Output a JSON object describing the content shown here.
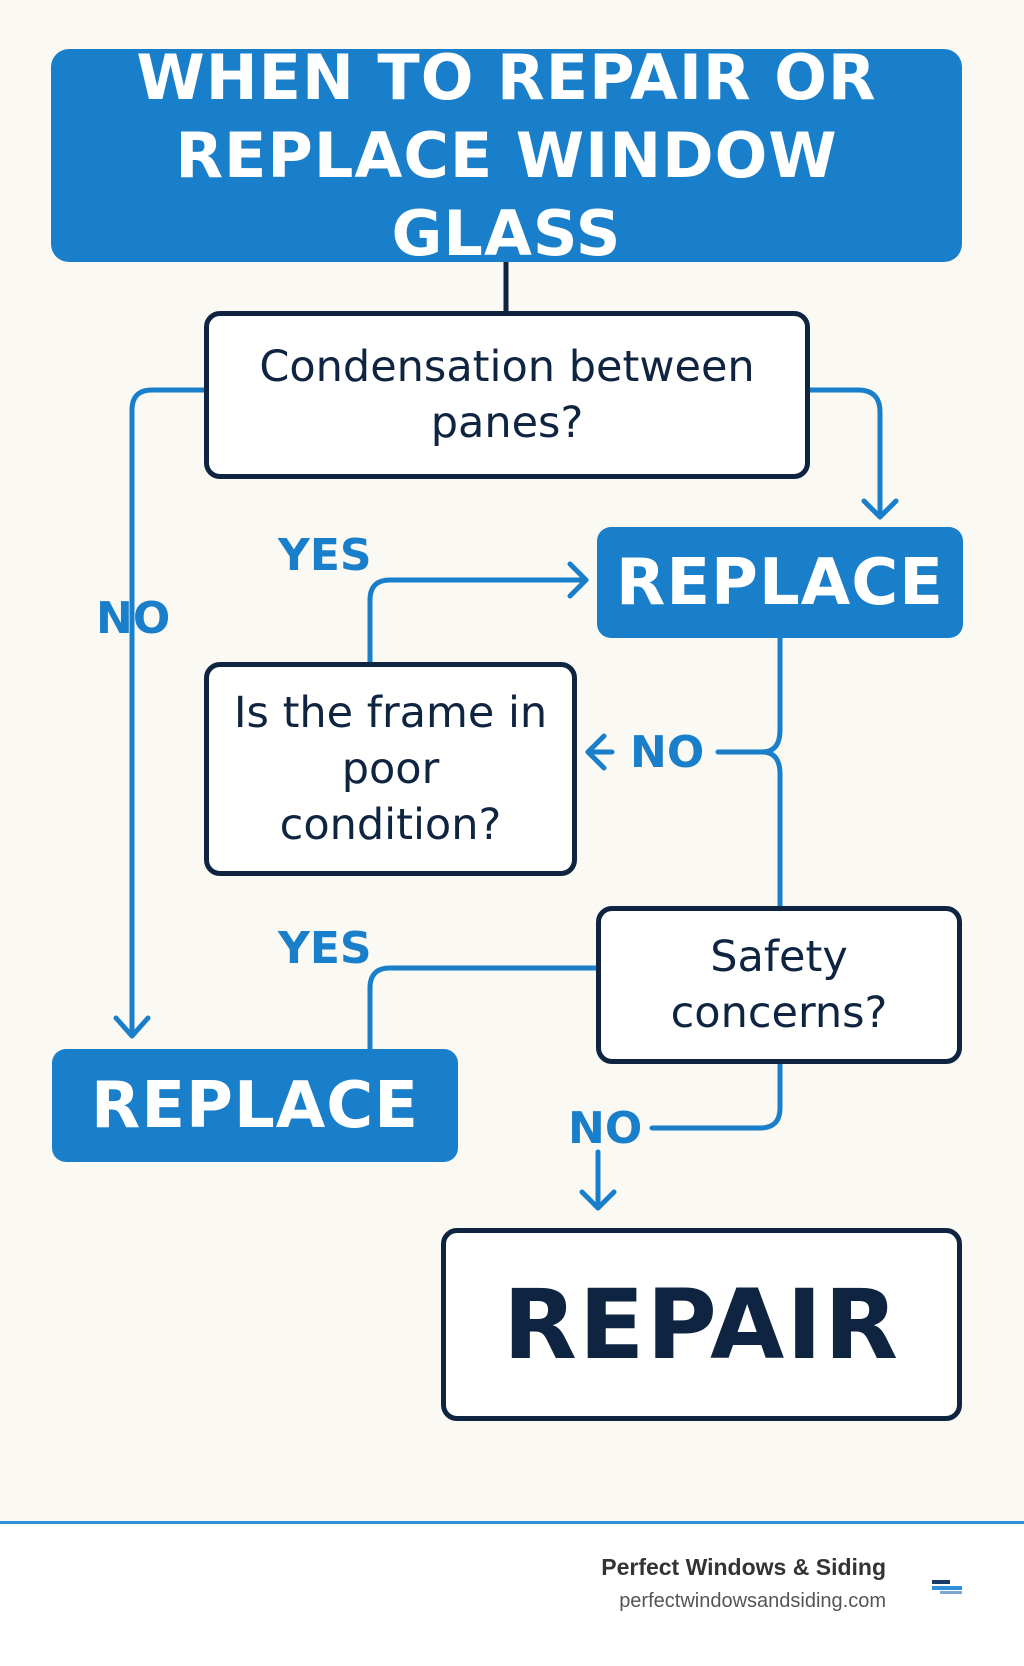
{
  "title": {
    "line1": "WHEN TO REPAIR OR",
    "line2": "REPLACE WINDOW GLASS"
  },
  "questions": {
    "condensation": "Condensation between panes?",
    "frame": "Is the frame in poor condition?",
    "safety": "Safety concerns?"
  },
  "outcomes": {
    "replace_top": "REPLACE",
    "replace_bottom": "REPLACE",
    "repair": "REPAIR"
  },
  "labels": {
    "yes_frame": "YES",
    "no_condensation": "NO",
    "no_frame": "NO",
    "yes_safety": "YES",
    "no_safety": "NO"
  },
  "footer": {
    "brand": "Perfect Windows & Siding",
    "url": "perfectwindowsandsiding.com"
  },
  "colors": {
    "accent": "#1a7fcb",
    "dark": "#0f2440",
    "background": "#fbf9f4"
  }
}
